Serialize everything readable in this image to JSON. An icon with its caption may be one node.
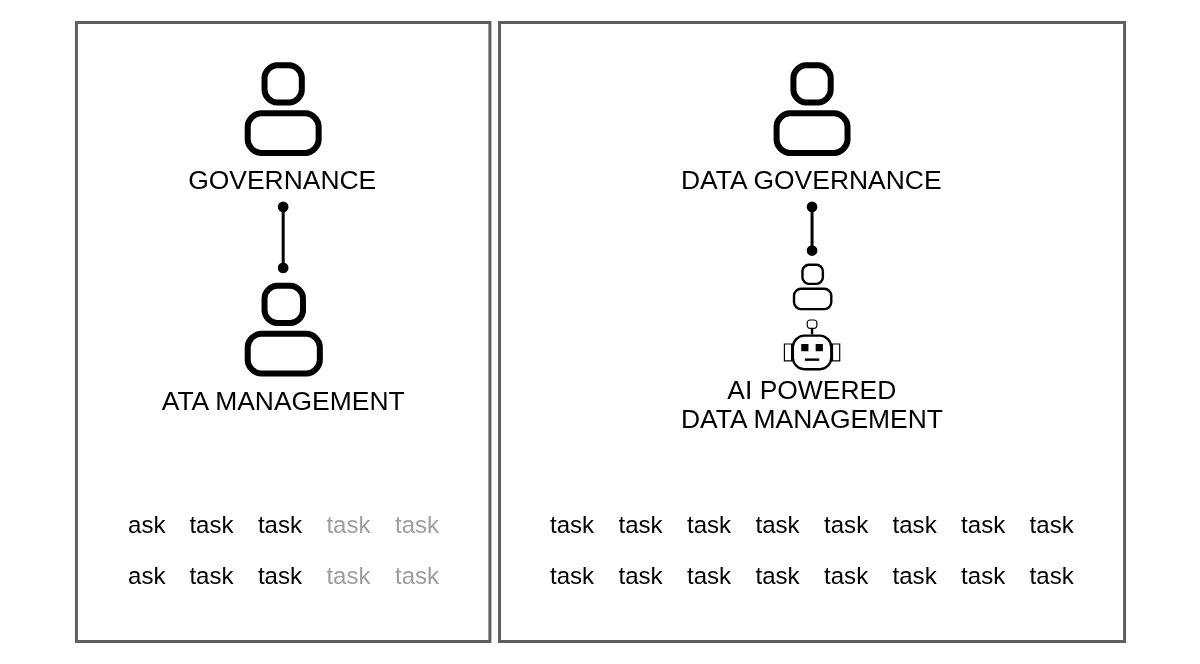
{
  "diagram": {
    "nodes": [
      {
        "text": [],
        "shape": "box"
      },
      {
        "text": [
          "GOVERNANCE"
        ],
        "in": 0
      },
      {
        "text": [
          "ATA MANAGEMENT"
        ],
        "in": 0
      },
      {
        "text": [],
        "shape": "box"
      },
      {
        "text": [
          "DATA GOVERNANCE"
        ],
        "in": 3
      },
      {
        "text": [
          "AI POWERED DATA MANAGEMENT"
        ],
        "in": 3
      }
    ],
    "edges": [
      {
        "from": 1,
        "to": 2,
        "arrow": "other"
      },
      {
        "from": 4,
        "to": 5,
        "arrow": "other"
      }
    ],
    "labels": [
      "ask",
      "task",
      "task",
      "task",
      "task",
      "ask",
      "task",
      "task",
      "task",
      "task",
      "task",
      "task",
      "task",
      "task",
      "task",
      "task",
      "task",
      "task",
      "task",
      "task",
      "task",
      "task",
      "task",
      "task",
      "task",
      "task"
    ]
  }
}
